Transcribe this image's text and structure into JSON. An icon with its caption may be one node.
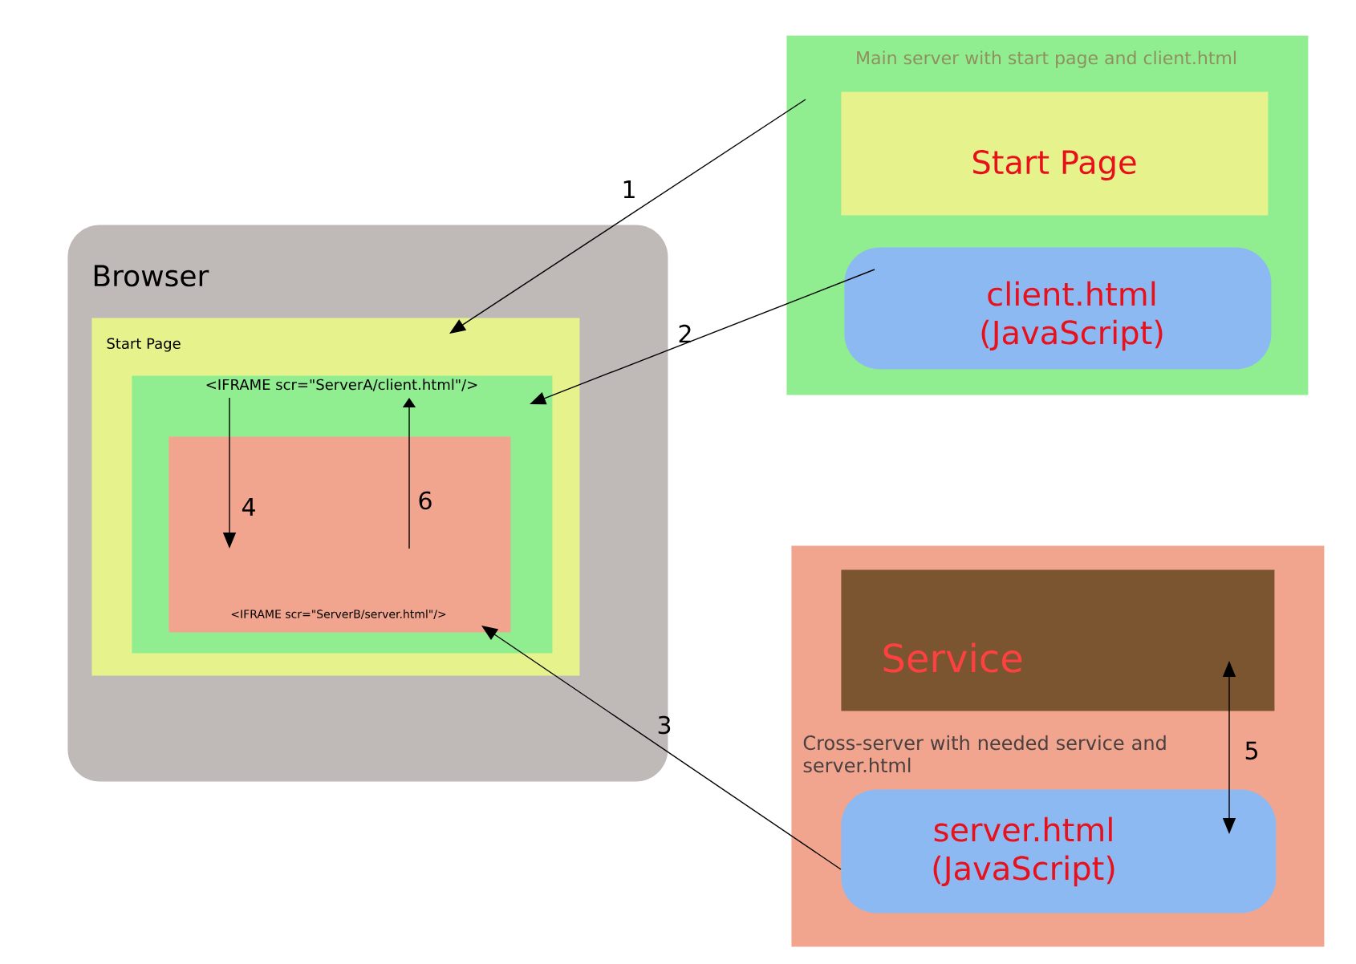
{
  "diagram": {
    "nodes": [
      {
        "text": [
          "Browser"
        ]
      },
      {
        "text": [
          "Start Page"
        ],
        "in": 0
      },
      {
        "text": [
          "<IFRAME scr=\"ServerA/client.html\"/>"
        ],
        "in": 1
      },
      {
        "text": [
          "<IFRAME scr=\"ServerB/server.html\"/>"
        ],
        "in": 2
      },
      {
        "text": [
          "Main server with start page and client.html"
        ]
      },
      {
        "text": [
          "Start Page"
        ],
        "in": 4
      },
      {
        "text": [
          "client.html (JavaScript)"
        ],
        "in": 4
      },
      {
        "text": [
          "Cross-server with needed service and server.html"
        ]
      },
      {
        "text": [
          "Service"
        ],
        "in": 7
      },
      {
        "text": [
          "server.html (JavaScript)"
        ],
        "in": 7
      }
    ],
    "edges": [
      {
        "from": 4,
        "to": 1,
        "arrow": "to",
        "label": "1"
      },
      {
        "from": 6,
        "to": 2,
        "arrow": "to",
        "label": "2"
      },
      {
        "from": 9,
        "to": 3,
        "arrow": "to",
        "label": "3"
      },
      {
        "from": 2,
        "to": 3,
        "arrow": "to",
        "label": "4"
      },
      {
        "from": 8,
        "to": 9,
        "arrow": "both",
        "label": "5"
      },
      {
        "from": 3,
        "to": 2,
        "arrow": "to",
        "label": "6"
      }
    ]
  }
}
